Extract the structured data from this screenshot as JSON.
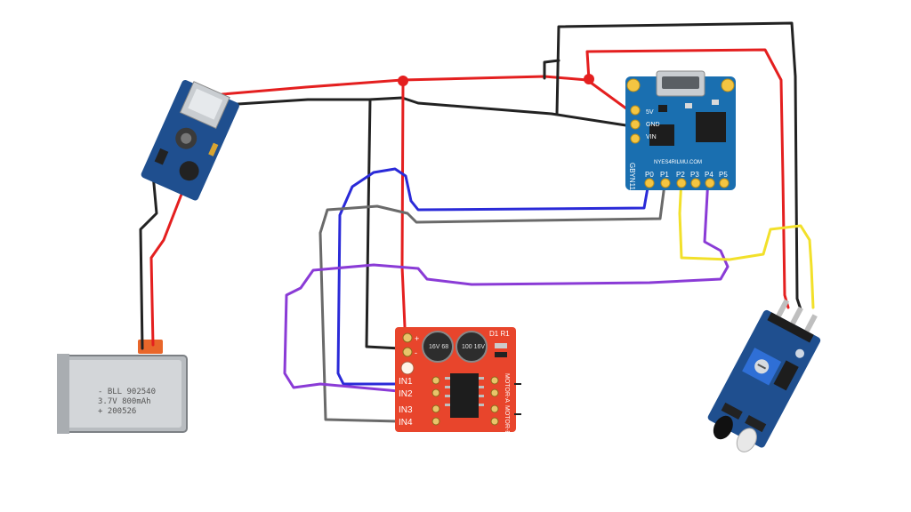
{
  "colors": {
    "red": "#e41f1f",
    "black": "#222222",
    "blue": "#2a2ad8",
    "gray": "#6a6a6a",
    "purple": "#8a3bd6",
    "yellow": "#f2e02a",
    "digispark_board": "#1a6fb0",
    "driver_board": "#e8452c",
    "sensor_board": "#1f4f8f",
    "booster_board": "#1f4f8f"
  },
  "battery": {
    "line1": "- BLL 902540",
    "line2": "3.7V 800mAh",
    "line3": "+ 200526"
  },
  "digispark": {
    "pin_labels": [
      "P0",
      "P1",
      "P2",
      "P3",
      "P4",
      "P5"
    ],
    "power_labels": [
      "5V",
      "GND",
      "VIN"
    ],
    "vertical_label": "GBYN11",
    "site_label": "NYES4RILMU.COM"
  },
  "driver": {
    "inputs": [
      "IN1",
      "IN2",
      "IN3",
      "IN4"
    ],
    "motor_a": "MOTOR-A",
    "motor_b": "MOTOR-B",
    "cap1": "16V 68",
    "cap2": "100 16V",
    "corner": "D1 R1",
    "plus": "+",
    "minus": "-"
  }
}
